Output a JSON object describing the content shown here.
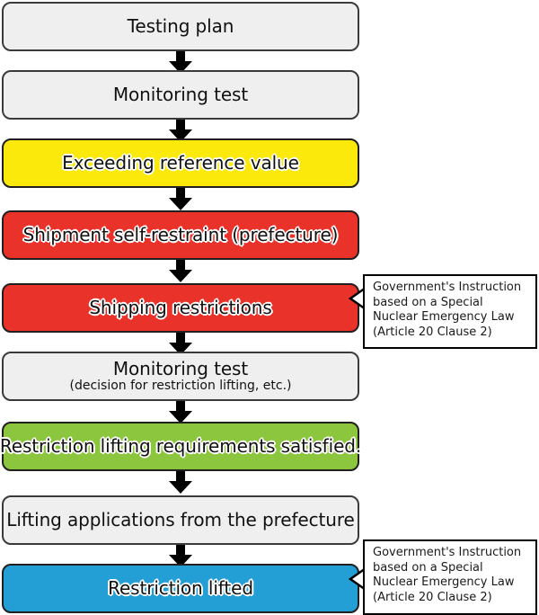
{
  "diagram": {
    "title": "Shipment restriction and lifting flow",
    "colors": {
      "plain_fill": "#efefef",
      "yellow_fill": "#fae90b",
      "red_fill": "#e8322a",
      "green_fill": "#8cc63f",
      "blue_fill": "#249fd6",
      "border": "#231f20",
      "arrow": "#000000",
      "annotation_border": "#000000",
      "annotation_fill": "#ffffff",
      "text": "#111111"
    },
    "steps": [
      {
        "id": "testing-plan",
        "label": "Testing plan",
        "sublabel": "",
        "style": "plain"
      },
      {
        "id": "monitoring-test",
        "label": "Monitoring test",
        "sublabel": "",
        "style": "plain"
      },
      {
        "id": "exceeding-reference",
        "label": "Exceeding reference value",
        "sublabel": "",
        "style": "yellow"
      },
      {
        "id": "shipment-self-restraint",
        "label": "Shipment self-restraint (prefecture)",
        "sublabel": "",
        "style": "red"
      },
      {
        "id": "shipping-restrictions",
        "label": "Shipping restrictions",
        "sublabel": "",
        "style": "red"
      },
      {
        "id": "monitoring-test-lift",
        "label": "Monitoring test",
        "sublabel": "(decision for restriction lifting, etc.)",
        "style": "plain"
      },
      {
        "id": "requirements-satisfied",
        "label": "Restriction lifting requirements satisfied.",
        "sublabel": "",
        "style": "green"
      },
      {
        "id": "lifting-applications",
        "label": "Lifting applications from the prefecture",
        "sublabel": "",
        "style": "plain"
      },
      {
        "id": "restriction-lifted",
        "label": "Restriction lifted",
        "sublabel": "",
        "style": "blue"
      }
    ],
    "annotations": [
      {
        "id": "annotation-shipping-restrictions",
        "target": "shipping-restrictions",
        "lines": [
          "Government's Instruction",
          "based on a Special",
          "Nuclear Emergency Law",
          "(Article 20 Clause 2)"
        ]
      },
      {
        "id": "annotation-restriction-lifted",
        "target": "restriction-lifted",
        "lines": [
          "Government's Instruction",
          "based on a Special",
          "Nuclear Emergency Law",
          "(Article 20 Clause 2)"
        ]
      }
    ],
    "arrow_count": 8
  }
}
